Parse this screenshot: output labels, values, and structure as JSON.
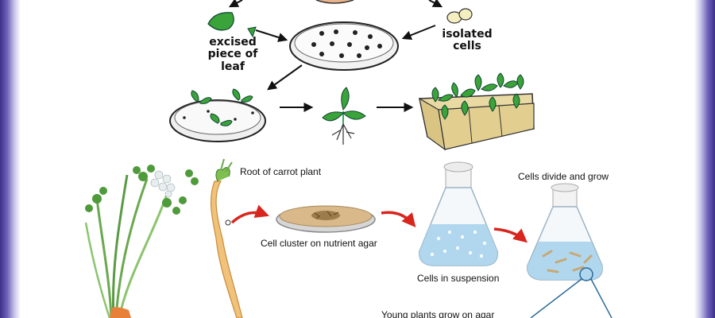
{
  "labels": {
    "excised": [
      "excised",
      "piece of",
      "leaf"
    ],
    "isolated": [
      "isolated",
      "cells"
    ],
    "root": "Root of carrot plant",
    "cluster": "Cell cluster on nutrient agar",
    "suspension": "Cells in suspension",
    "divide": "Cells divide and grow",
    "young": "Young plants grow on agar"
  },
  "colors": {
    "leaf_green": "#3aa33a",
    "arrow_red": "#d8261e",
    "border_purple": "#4b3f9c",
    "liquid_blue": "#a9d3ec"
  }
}
